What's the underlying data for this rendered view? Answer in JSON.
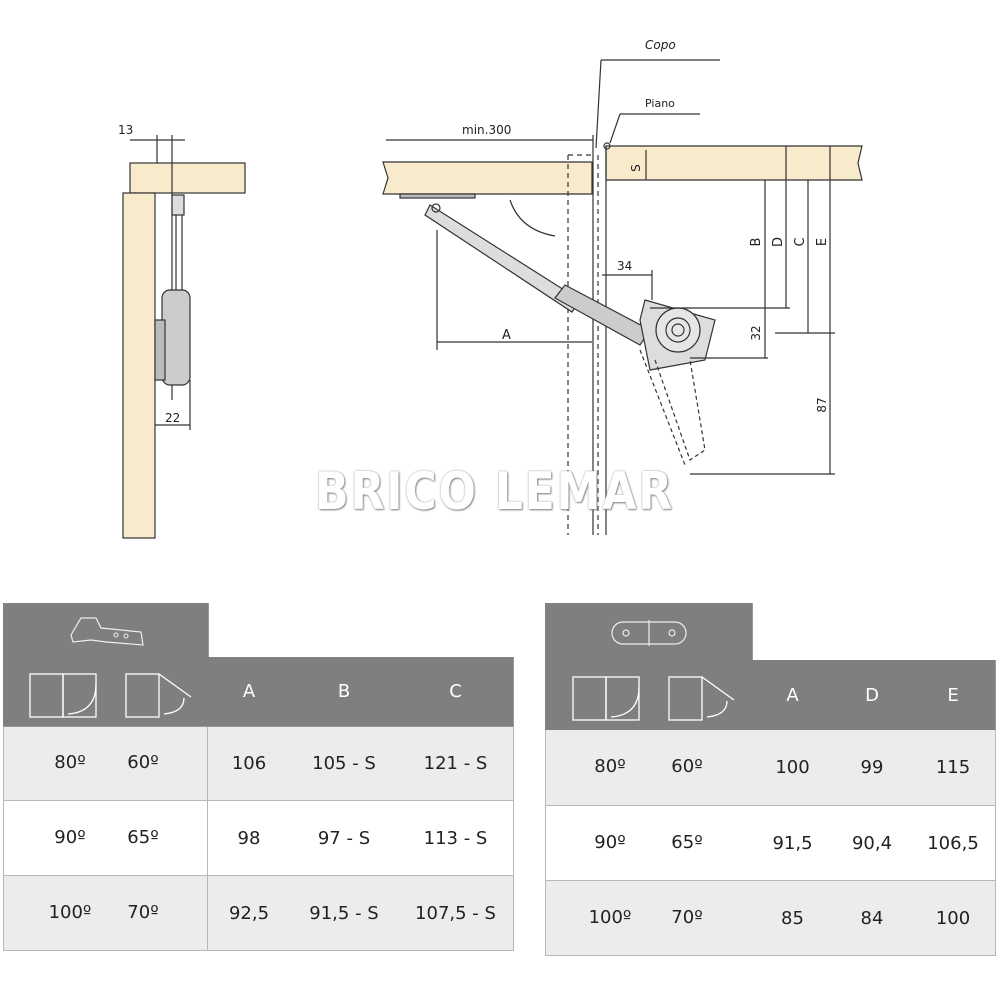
{
  "side_view": {
    "dim_top": "13",
    "dim_bottom": "22"
  },
  "main_view": {
    "label_copo": "Copo",
    "label_piano": "Piano",
    "dim_min": "min.300",
    "dim_s": "S",
    "dim_a": "A",
    "dim_b": "B",
    "dim_d": "D",
    "dim_c": "C",
    "dim_e": "E",
    "dim_34": "34",
    "dim_32": "32",
    "dim_87": "87"
  },
  "watermark": "BRICO LEMAR",
  "table_left": {
    "columns": [
      "A",
      "B",
      "C"
    ],
    "rows": [
      {
        "angle1": "80º",
        "angle2": "60º",
        "values": [
          "106",
          "105 - S",
          "121 - S"
        ]
      },
      {
        "angle1": "90º",
        "angle2": "65º",
        "values": [
          "98",
          "97 - S",
          "113 - S"
        ]
      },
      {
        "angle1": "100º",
        "angle2": "70º",
        "values": [
          "92,5",
          "91,5 - S",
          "107,5 - S"
        ]
      }
    ]
  },
  "table_right": {
    "columns": [
      "A",
      "D",
      "E"
    ],
    "rows": [
      {
        "angle1": "80º",
        "angle2": "60º",
        "values": [
          "100",
          "99",
          "115"
        ]
      },
      {
        "angle1": "90º",
        "angle2": "65º",
        "values": [
          "91,5",
          "90,4",
          "106,5"
        ]
      },
      {
        "angle1": "100º",
        "angle2": "70º",
        "values": [
          "85",
          "84",
          "100"
        ]
      }
    ]
  },
  "colors": {
    "wood": "#f8ebcb",
    "header": "#7f7f7f",
    "row_alt": "#ececec"
  }
}
